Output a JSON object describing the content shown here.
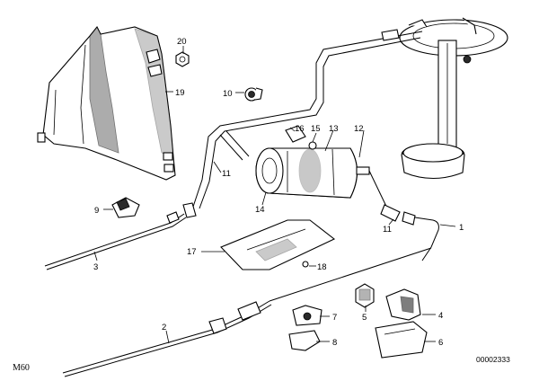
{
  "callouts": {
    "c1": "1",
    "c2": "2",
    "c3": "3",
    "c4": "4",
    "c5": "5",
    "c6": "6",
    "c7": "7",
    "c8": "8",
    "c9": "9",
    "c10": "10",
    "c11a": "11",
    "c11b": "11",
    "c12": "12",
    "c13": "13",
    "c14": "14",
    "c15": "15",
    "c16": "16",
    "c17": "17",
    "c18": "18",
    "c19": "19",
    "c20": "20"
  },
  "footer": {
    "sheet_code": "M60",
    "drawing_number": "00002333"
  }
}
